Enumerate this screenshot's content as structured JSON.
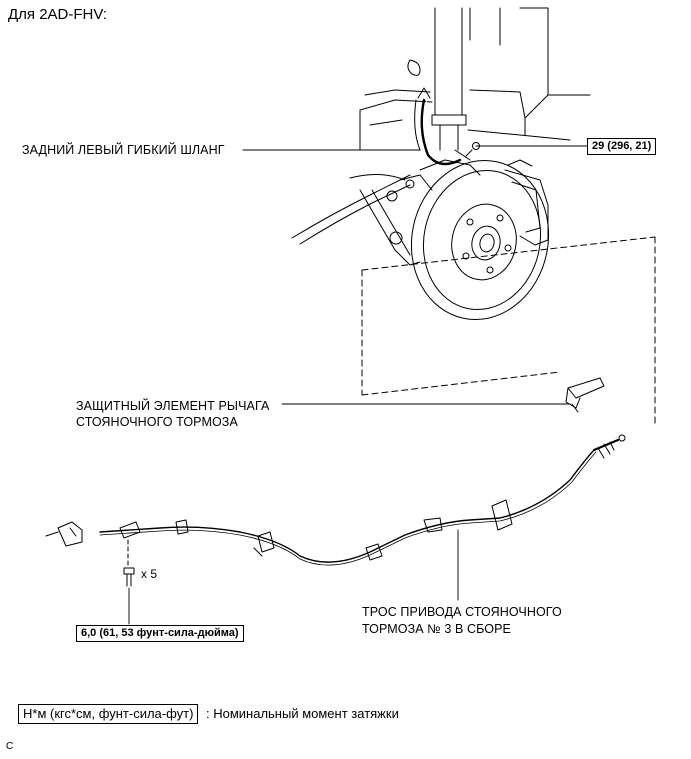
{
  "title": "Для 2AD-FHV:",
  "labels": {
    "hose": "ЗАДНИЙ ЛЕВЫЙ ГИБКИЙ ШЛАНГ",
    "guard_line1": "ЗАЩИТНЫЙ ЭЛЕМЕНТ РЫЧАГА",
    "guard_line2": "СТОЯНОЧНОГО ТОРМОЗА",
    "cable_line1": "ТРОС ПРИВОДА СТОЯНОЧНОГО",
    "cable_line2": "ТОРМОЗА № 3 В СБОРЕ",
    "bolt_qty": "x 5"
  },
  "torques": {
    "hose_bolt": "29 (296, 21)",
    "clamp_bolt": "6,0 (61, 53 фунт-сила-дюйма)"
  },
  "legend": {
    "unit": "Н*м (кгс*см, фунт-сила-фут)",
    "description": ": Номинальный момент затяжки"
  },
  "corner_mark": "C"
}
